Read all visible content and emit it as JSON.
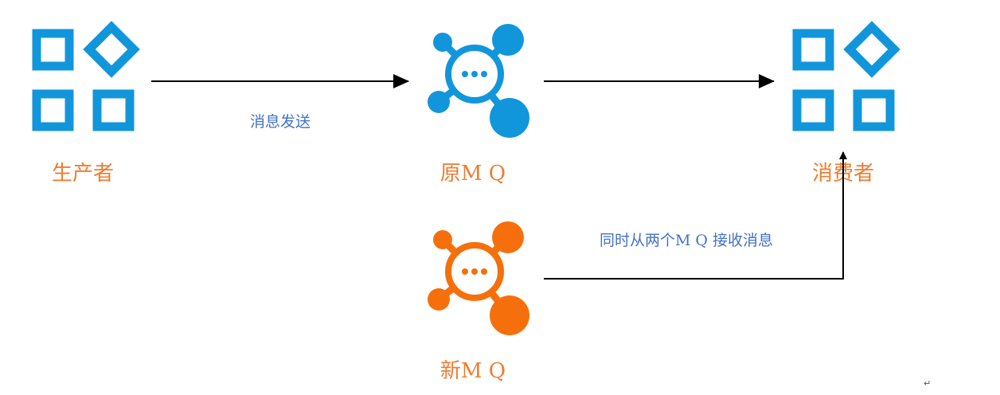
{
  "nodes": {
    "producer": {
      "label": "生产者",
      "icon": "app-grid-icon",
      "color": "#1296DB"
    },
    "old_mq": {
      "label": "原M Q",
      "icon": "mq-hub-icon",
      "color": "#1296DB"
    },
    "consumer": {
      "label": "消费者",
      "icon": "app-grid-icon",
      "color": "#1296DB"
    },
    "new_mq": {
      "label": "新M Q",
      "icon": "mq-hub-icon",
      "color": "#F5700C"
    }
  },
  "edges": {
    "send_label": "消息发送",
    "receive_label": "同时从两个M Q 接收消息"
  },
  "colors": {
    "label_orange": "#ED7D31",
    "edge_text_blue": "#4472C4",
    "arrow": "#000000"
  },
  "paragraph_mark": "↵"
}
